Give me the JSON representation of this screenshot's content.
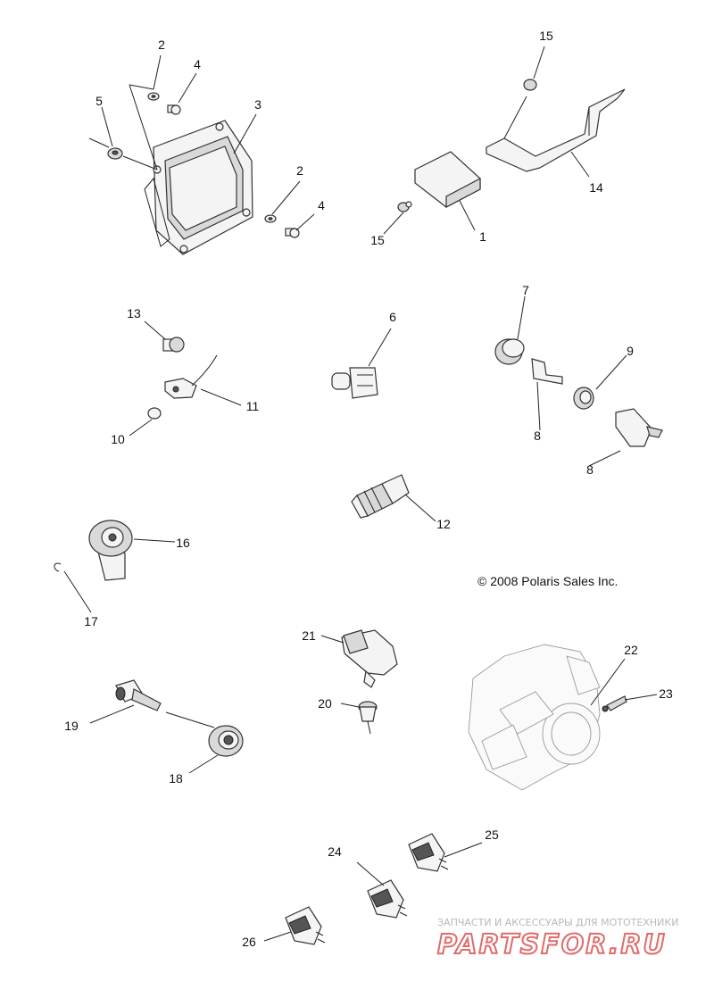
{
  "copyright": "© 2008 Polaris Sales Inc.",
  "watermark": {
    "line1": "ЗАПЧАСТИ И АКСЕССУАРЫ ДЛЯ МОТОТЕХНИКИ",
    "line2": "PARTSFOR.RU",
    "color": "#e06a6a"
  },
  "callouts": [
    {
      "id": "c1",
      "text": "1"
    },
    {
      "id": "c2a",
      "text": "2"
    },
    {
      "id": "c2b",
      "text": "2"
    },
    {
      "id": "c3",
      "text": "3"
    },
    {
      "id": "c4a",
      "text": "4"
    },
    {
      "id": "c4b",
      "text": "4"
    },
    {
      "id": "c5",
      "text": "5"
    },
    {
      "id": "c6",
      "text": "6"
    },
    {
      "id": "c7",
      "text": "7"
    },
    {
      "id": "c8a",
      "text": "8"
    },
    {
      "id": "c8b",
      "text": "8"
    },
    {
      "id": "c9",
      "text": "9"
    },
    {
      "id": "c10",
      "text": "10"
    },
    {
      "id": "c11",
      "text": "11"
    },
    {
      "id": "c12",
      "text": "12"
    },
    {
      "id": "c13",
      "text": "13"
    },
    {
      "id": "c14",
      "text": "14"
    },
    {
      "id": "c15a",
      "text": "15"
    },
    {
      "id": "c15b",
      "text": "15"
    },
    {
      "id": "c16",
      "text": "16"
    },
    {
      "id": "c17",
      "text": "17"
    },
    {
      "id": "c18",
      "text": "18"
    },
    {
      "id": "c19",
      "text": "19"
    },
    {
      "id": "c20",
      "text": "20"
    },
    {
      "id": "c21",
      "text": "21"
    },
    {
      "id": "c22",
      "text": "22"
    },
    {
      "id": "c23",
      "text": "23"
    },
    {
      "id": "c24",
      "text": "24"
    },
    {
      "id": "c25",
      "text": "25"
    },
    {
      "id": "c26",
      "text": "26"
    }
  ]
}
